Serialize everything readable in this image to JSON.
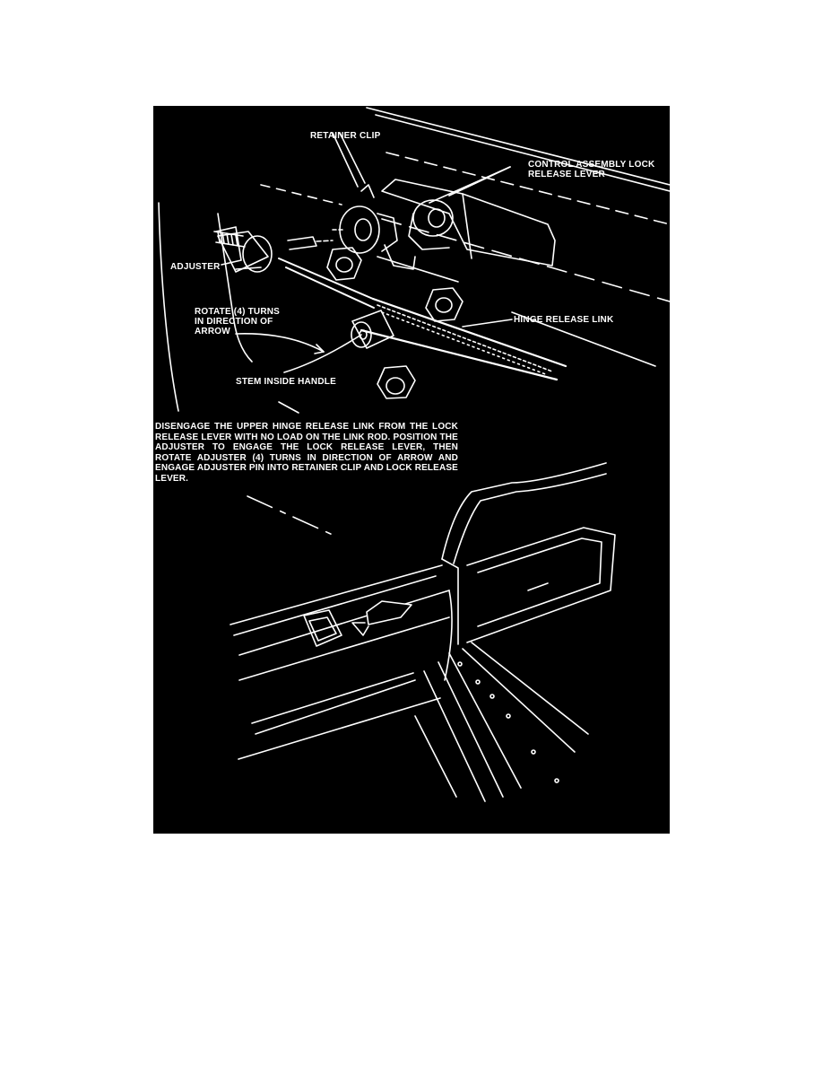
{
  "labels": {
    "retainer_clip": "RETAINER CLIP",
    "control_assembly_line1": "CONTROL ASSEMBLY LOCK",
    "control_assembly_line2": "RELEASE LEVER",
    "adjuster": "ADJUSTER",
    "rotate_line1": "ROTATE (4) TURNS",
    "rotate_line2": "IN DIRECTION OF",
    "rotate_line3": "ARROW",
    "hinge_release_link": "HINGE RELEASE LINK",
    "stem_inside_handle": "STEM INSIDE HANDLE"
  },
  "caption": "DISENGAGE THE UPPER HINGE RELEASE LINK FROM THE LOCK RELEASE LEVER WITH NO LOAD ON THE LINK ROD. POSITION THE ADJUSTER TO ENGAGE THE LOCK RELEASE LEVER, THEN ROTATE ADJUSTER (4) TURNS IN DIRECTION OF ARROW AND ENGAGE ADJUSTER PIN INTO RETAINER CLIP AND LOCK RELEASE LEVER.",
  "colors": {
    "background": "#000000",
    "ink": "#ffffff",
    "page": "#ffffff"
  }
}
